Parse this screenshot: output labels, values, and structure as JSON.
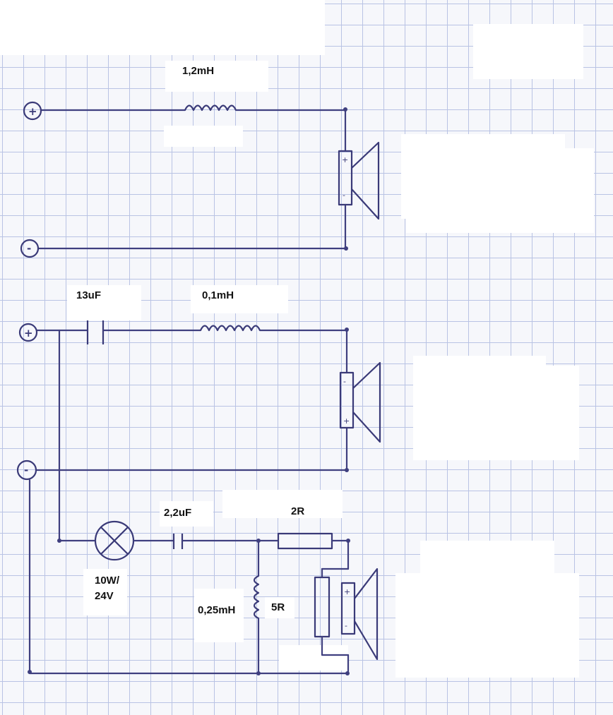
{
  "labels": {
    "inductor_1": "1,2mH",
    "capacitor_1": "13uF",
    "inductor_2": "0,1mH",
    "capacitor_2": "2,2uF",
    "resistor_series": "2R",
    "lamp_rating_line1": "10W/",
    "lamp_rating_line2": "24V",
    "inductor_3": "0,25mH",
    "resistor_parallel": "5R"
  },
  "symbols": {
    "plus": "+",
    "minus": "-",
    "speaker_plus": "+",
    "speaker_minus": "-"
  },
  "colors": {
    "ink": "#3f3f7f",
    "grid": "#b9c3e4",
    "paper": "#f6f7fb",
    "label_mask": "#ffffff"
  }
}
